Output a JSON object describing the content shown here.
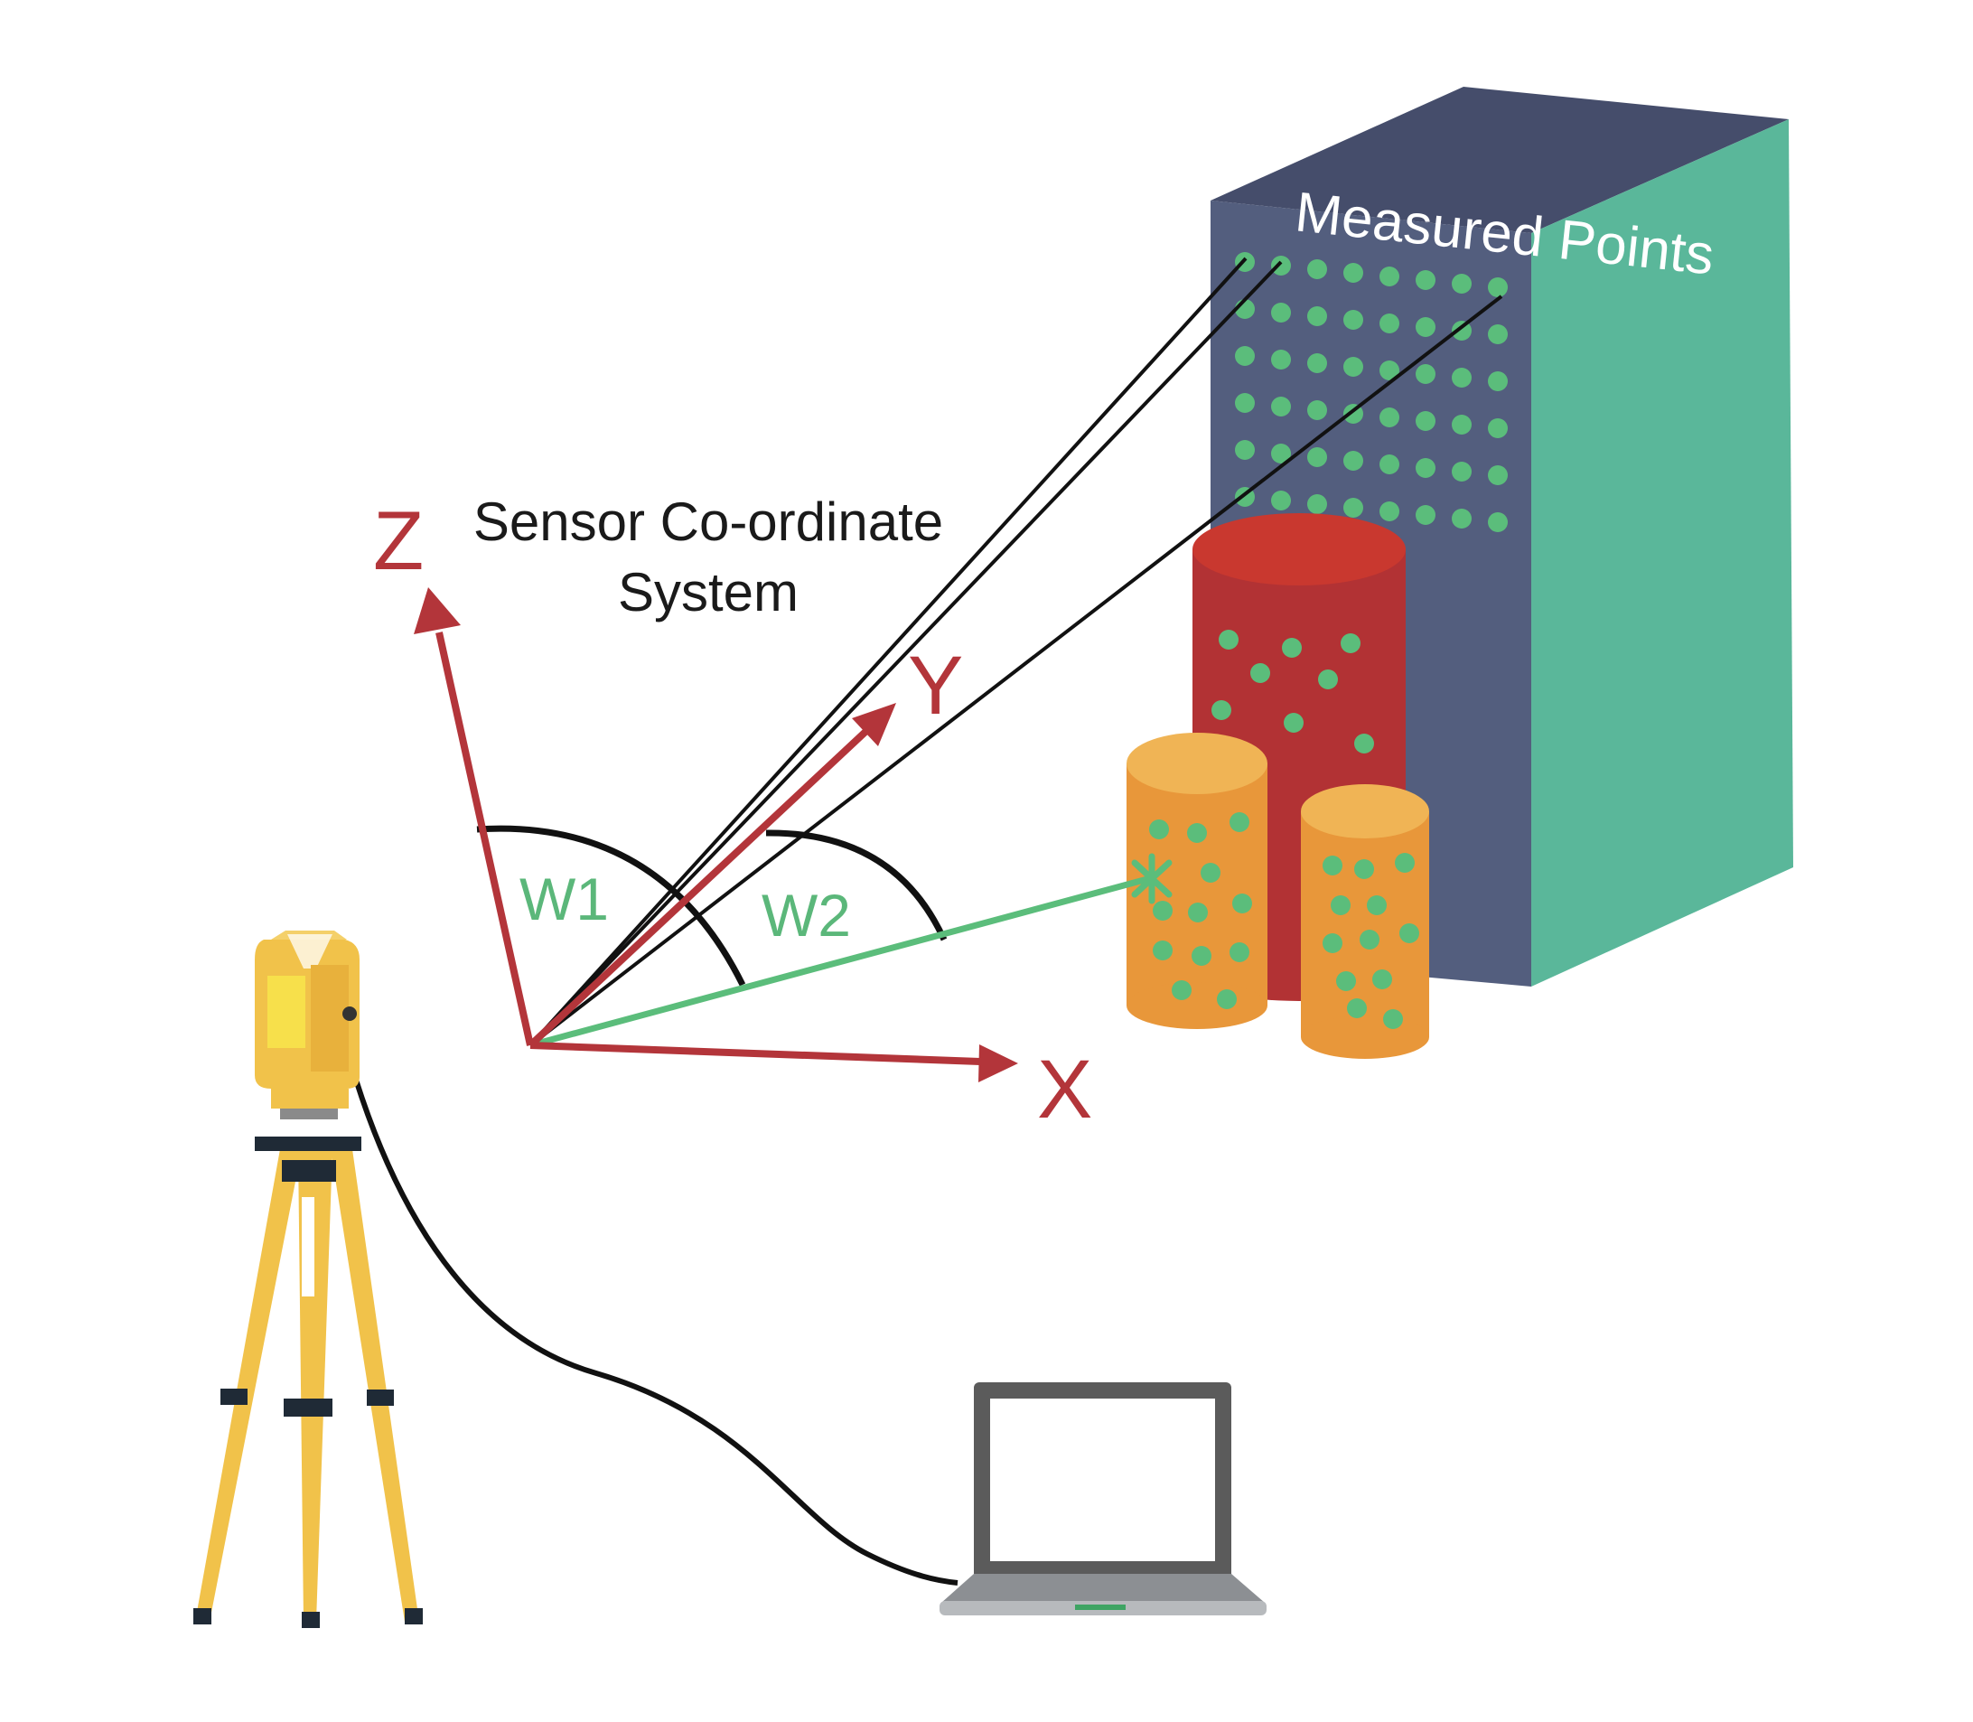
{
  "title": {
    "line1": "Sensor Co-ordinate",
    "line2": "System"
  },
  "axes": {
    "x": "X",
    "y": "Y",
    "z": "Z"
  },
  "angles": {
    "w1": "W1",
    "w2": "W2"
  },
  "building_label": "Measured Points",
  "colors": {
    "axis_red": "#b3353a",
    "point_green": "#5bbd7b",
    "building_front": "#4f5a7c",
    "building_top": "#454d6b",
    "building_side": "#5ab79a",
    "cylinder_red": "#b23234",
    "cylinder_orange": "#e8973a",
    "tripod_yellow": "#f1c24a",
    "laptop_gray": "#5b5b5b"
  },
  "icons": [
    "total-station-icon",
    "tripod-icon",
    "laptop-icon",
    "cable-icon",
    "building-icon",
    "cylinder-icon"
  ]
}
